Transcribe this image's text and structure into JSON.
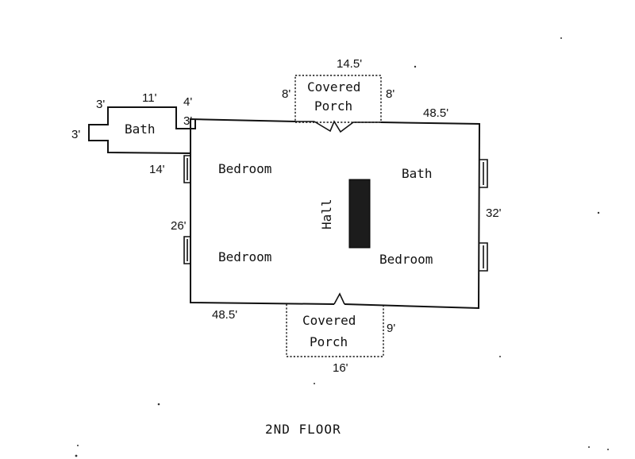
{
  "floor_title": "2ND FLOOR",
  "rooms": {
    "bath_small": "Bath",
    "bedroom_top_left": "Bedroom",
    "bath_right": "Bath",
    "hall": "Hall",
    "bedroom_bottom_left": "Bedroom",
    "bedroom_bottom_right": "Bedroom"
  },
  "porches": {
    "top": {
      "line1": "Covered",
      "line2": "Porch"
    },
    "bottom": {
      "line1": "Covered",
      "line2": "Porch"
    }
  },
  "dimensions": {
    "top_porch_width": "14.5'",
    "top_porch_left_depth": "8'",
    "top_porch_right_depth": "8'",
    "main_top_length": "48.5'",
    "bath_left_3a": "3'",
    "bath_width": "11'",
    "bath_right_4": "4'",
    "bath_left_3b": "3'",
    "bath_step_3": "3'",
    "left_wall_14": "14'",
    "left_wall_26": "26'",
    "right_wall_32": "32'",
    "main_bottom_length": "48.5'",
    "bottom_porch_depth": "9'",
    "bottom_porch_width": "16'"
  },
  "colors": {
    "ink": "#111111",
    "chimney": "#1c1c1c",
    "paper": "#ffffff"
  }
}
